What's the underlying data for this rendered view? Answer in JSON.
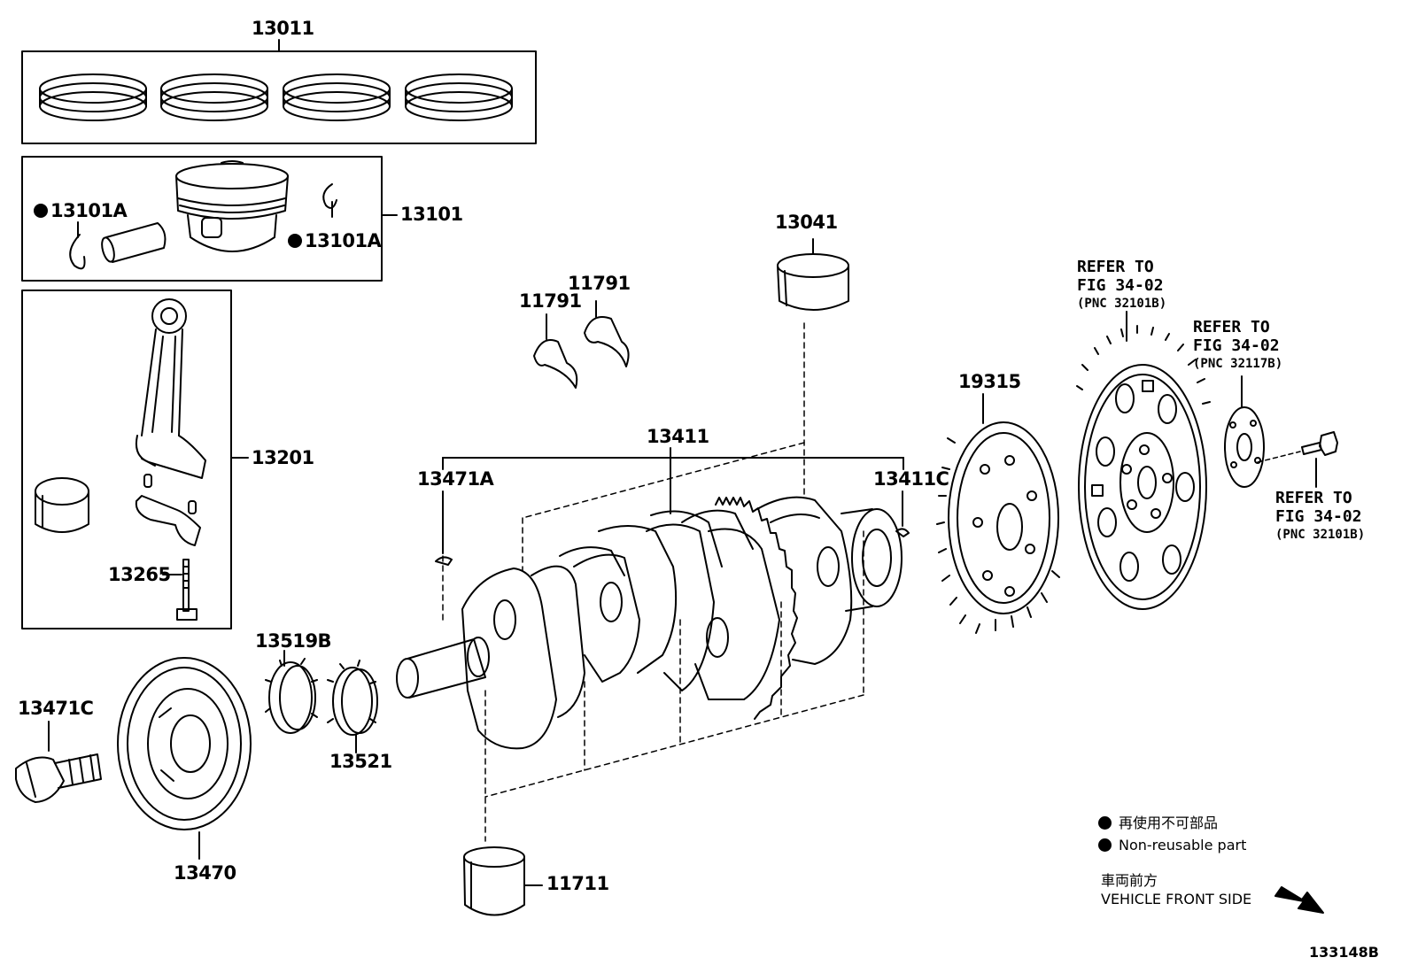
{
  "parts": {
    "p13011": "13011",
    "p13101": "13101",
    "p13101A_left": "13101A",
    "p13101A_right": "13101A",
    "p13201": "13201",
    "p13265": "13265",
    "p13041": "13041",
    "p11791_a": "11791",
    "p11791_b": "11791",
    "p13411": "13411",
    "p13471A": "13471A",
    "p13411C": "13411C",
    "p19315": "19315",
    "p13519B": "13519B",
    "p13521": "13521",
    "p13471C": "13471C",
    "p13470": "13470",
    "p11711": "11711"
  },
  "references": {
    "ref1": {
      "line1": "REFER TO",
      "line2": "FIG 34-02",
      "pnc": "(PNC 32101B)"
    },
    "ref2": {
      "line1": "REFER TO",
      "line2": "FIG 34-02",
      "pnc": "(PNC 32117B)"
    },
    "ref3": {
      "line1": "REFER TO",
      "line2": "FIG 34-02",
      "pnc": "(PNC 32101B)"
    }
  },
  "legend": {
    "jp": "再使用不可部品",
    "en": "Non-reusable part",
    "front_jp": "車両前方",
    "front_en": "VEHICLE FRONT SIDE"
  },
  "figure_id": "133148B"
}
